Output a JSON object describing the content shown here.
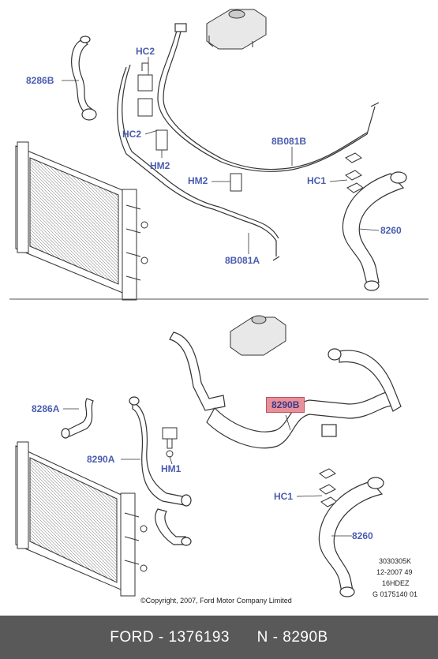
{
  "labels": {
    "top": {
      "hose_8286B": "8286B",
      "clip_HC2_a": "HC2",
      "clip_HC2_b": "HC2",
      "clip_HM2_a": "HM2",
      "clip_HM2_b": "HM2",
      "hose_8B081B": "8B081B",
      "clip_HC1": "HC1",
      "hose_8260": "8260",
      "hose_8B081A": "8B081A"
    },
    "bottom": {
      "hose_8286A": "8286A",
      "hose_8290B": "8290B",
      "hose_8290A": "8290A",
      "clip_HM1": "HM1",
      "clip_HC1": "HC1",
      "hose_8260": "8260"
    }
  },
  "reference_block": {
    "line1": "3030305K",
    "line2": "12-2007 49",
    "line3": "16HDEZ",
    "line4": "G 0175140 01"
  },
  "copyright": "©Copyright, 2007, Ford Motor Company Limited",
  "footer": {
    "brand_part": "FORD - 1376193",
    "ref_part": "N - 8290B"
  },
  "colors": {
    "label_blue": "#4a5cb0",
    "highlight": "#e8909a",
    "footer_bg": "#595959"
  }
}
